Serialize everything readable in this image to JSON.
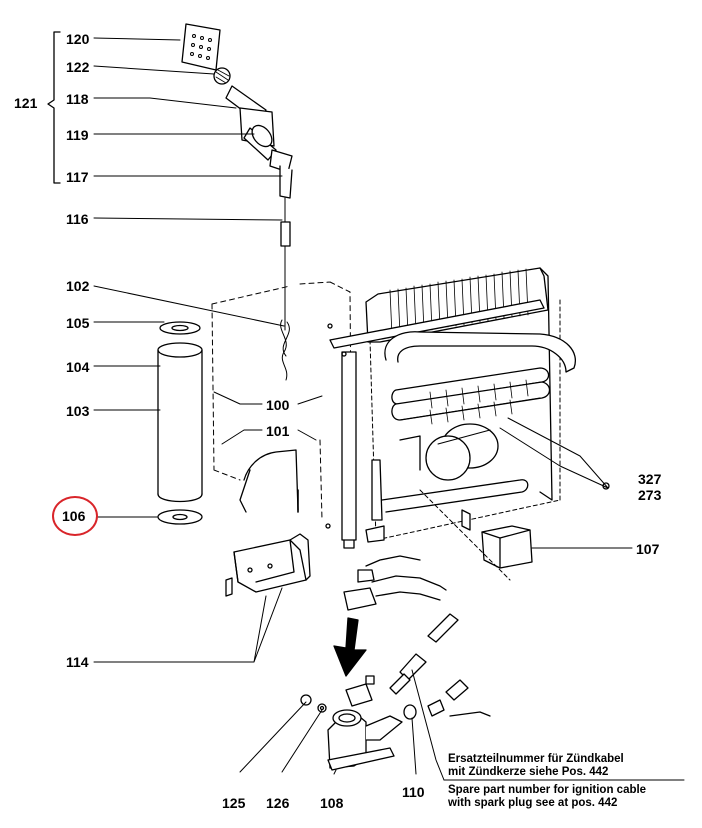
{
  "part_labels": {
    "p120": "120",
    "p122": "122",
    "p121": "121",
    "p118": "118",
    "p119": "119",
    "p117": "117",
    "p116": "116",
    "p102": "102",
    "p105": "105",
    "p104": "104",
    "p103": "103",
    "p106": "106",
    "p100": "100",
    "p101": "101",
    "p327": "327",
    "p273": "273",
    "p107": "107",
    "p114": "114",
    "p125": "125",
    "p126": "126",
    "p108": "108",
    "p110": "110"
  },
  "highlight": {
    "label": "106",
    "color": "#d9252a"
  },
  "note": {
    "de_line1": "Ersatzteilnummer für Zündkabel",
    "de_line2": "mit Zündkerze siehe Pos. 442",
    "en_line1": "Spare part number for ignition cable",
    "en_line2": "with spark plug see at pos. 442"
  },
  "colors": {
    "ink": "#000000",
    "highlight": "#d9252a",
    "paper": "#ffffff"
  }
}
